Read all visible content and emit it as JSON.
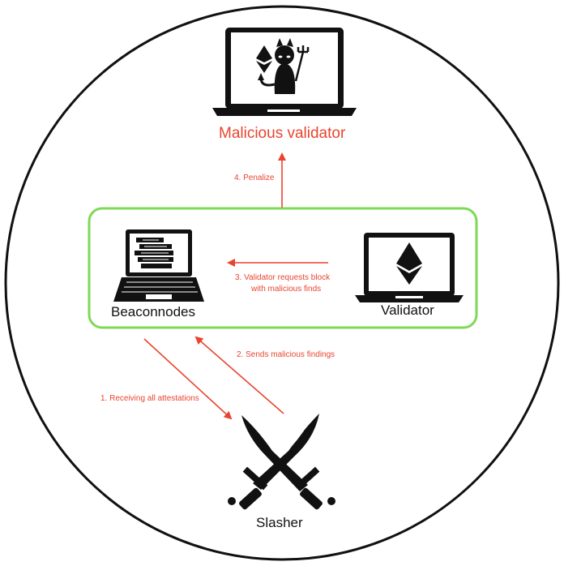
{
  "nodes": {
    "malicious_validator": "Malicious validator",
    "beaconnodes": "Beaconnodes",
    "validator": "Validator",
    "slasher": "Slasher"
  },
  "edges": {
    "penalize": "4. Penalize",
    "requests_line1": "3. Validator requests block",
    "requests_line2": "with malicious finds",
    "sends_findings": "2. Sends malicious findings",
    "receiving": "1. Receiving all attestations"
  },
  "colors": {
    "accent_red": "#e8442f",
    "group_green": "#7ed957",
    "ink": "#111111"
  },
  "icons": [
    "laptop-devil-icon",
    "laptop-books-icon",
    "laptop-ethereum-icon",
    "crossed-swords-icon"
  ]
}
